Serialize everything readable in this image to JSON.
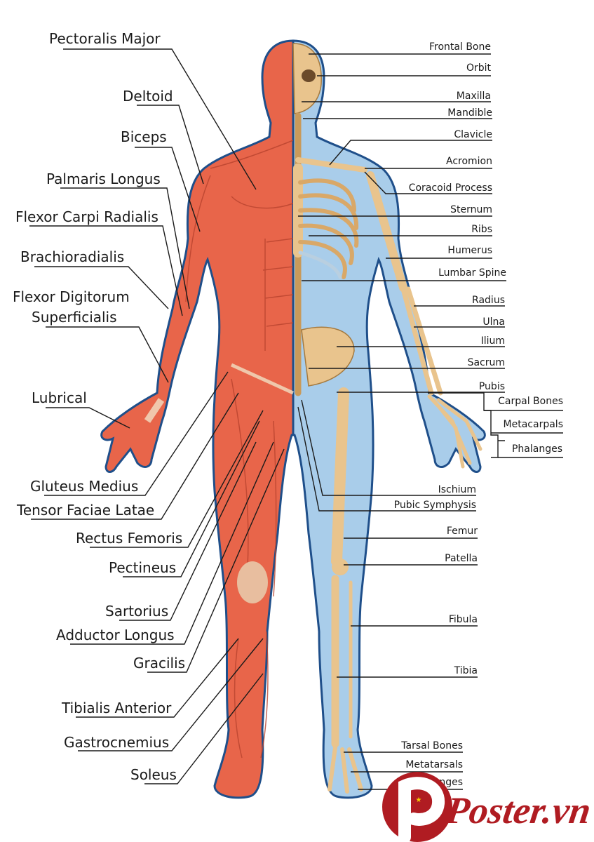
{
  "muscles": [
    "Pectoralis Major",
    "Deltoid",
    "Biceps",
    "Palmaris Longus",
    "Flexor Carpi Radialis",
    "Brachioradialis",
    "Flexor Digitorum",
    "Superficialis",
    "Lubrical",
    "Gluteus Medius",
    "Tensor Faciae Latae",
    "Rectus Femoris",
    "Pectineus",
    "Sartorius",
    "Adductor Longus",
    "Gracilis",
    "Tibialis Anterior",
    "Gastrocnemius",
    "Soleus"
  ],
  "bones": [
    "Frontal Bone",
    "Orbit",
    "Maxilla",
    "Mandible",
    "Clavicle",
    "Acromion",
    "Coracoid Process",
    "Sternum",
    "Ribs",
    "Humerus",
    "Lumbar Spine",
    "Radius",
    "Ulna",
    "Ilium",
    "Sacrum",
    "Pubis",
    "Carpal Bones",
    "Metacarpals",
    "Phalanges",
    "Ischium",
    "Pubic Symphysis",
    "Femur",
    "Patella",
    "Fibula",
    "Tibia",
    "Tarsal Bones",
    "Metatarsals",
    "Phalanges"
  ],
  "colors": {
    "muscle": "#e8654a",
    "bone": "#e9c48d",
    "skin": "#a9cdea",
    "outline": "#1f4f8a",
    "logo": "#b01c22"
  },
  "logo": {
    "text": "Poster.vn"
  }
}
